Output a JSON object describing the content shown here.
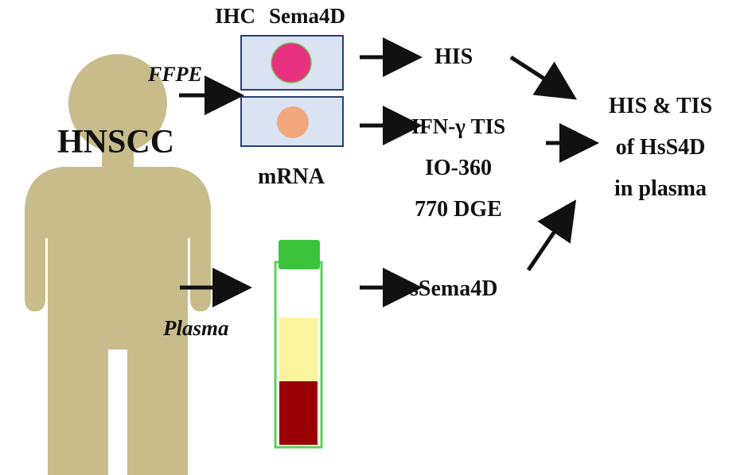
{
  "labels": {
    "ihc": "IHC",
    "sema4d": "Sema4D",
    "ffpe": "FFPE",
    "hnscc": "HNSCC",
    "mrna": "mRNA",
    "plasma": "Plasma",
    "his": "HIS",
    "tis_line1": "IFN-γ  TIS",
    "tis_line2": "IO-360",
    "tis_line3": "770 DGE",
    "ssema4d": "sSema4D",
    "result_line1": "HIS  &  TIS",
    "result_line2": "of HsS4D",
    "result_line3": "in plasma"
  },
  "colors": {
    "person": "#c8bd8a",
    "slide_fill": "#d9e3f1",
    "slide_border": "#2a3f7a",
    "ihc_stain": "#e8317f",
    "mrna_stain": "#f2a77c",
    "tube_cap": "#3bc43b",
    "tube_border": "#5bd35b",
    "tube_serum": "#ffffff",
    "tube_buffy": "#faf49e",
    "tube_cells": "#980004",
    "arrow": "#111111"
  }
}
